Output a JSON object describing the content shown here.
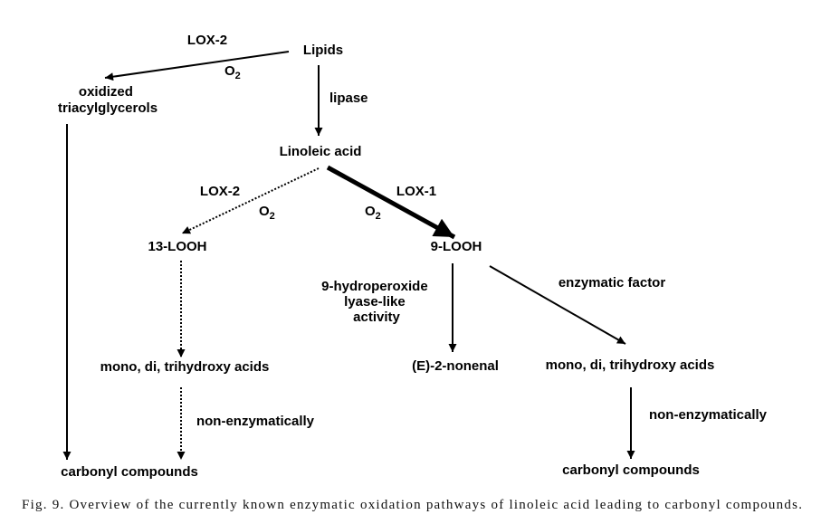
{
  "figure": {
    "nodes": {
      "lipids": "Lipids",
      "oxidized_triacylglycerols": [
        "oxidized",
        "triacylglycerols"
      ],
      "linoleic_acid": "Linoleic acid",
      "looh_13": "13-LOOH",
      "looh_9": "9-LOOH",
      "hydroxy_acids_left": "mono, di, trihydroxy acids",
      "nonenal": "(E)-2-nonenal",
      "hydroxy_acids_right": "mono, di, trihydroxy acids",
      "carbonyl_left": "carbonyl compounds",
      "carbonyl_right": "carbonyl compounds"
    },
    "edge_labels": {
      "lox2_top": "LOX-2",
      "o2_top": {
        "base": "O",
        "sub": "2"
      },
      "lipase": "lipase",
      "lox2_mid": "LOX-2",
      "o2_mid": {
        "base": "O",
        "sub": "2"
      },
      "lox1": "LOX-1",
      "o2_right": {
        "base": "O",
        "sub": "2"
      },
      "hydroperoxide_lyase": [
        "9-hydroperoxide",
        "lyase-like",
        "activity"
      ],
      "enzymatic_factor": "enzymatic factor",
      "non_enzymatic_left": "non-enzymatically",
      "non_enzymatic_right": "non-enzymatically"
    }
  },
  "caption": "Fig. 9. Overview of the currently known enzymatic oxidation pathways of linoleic acid leading to carbonyl compounds.",
  "colors": {
    "ink": "#000000",
    "background": "#ffffff"
  }
}
